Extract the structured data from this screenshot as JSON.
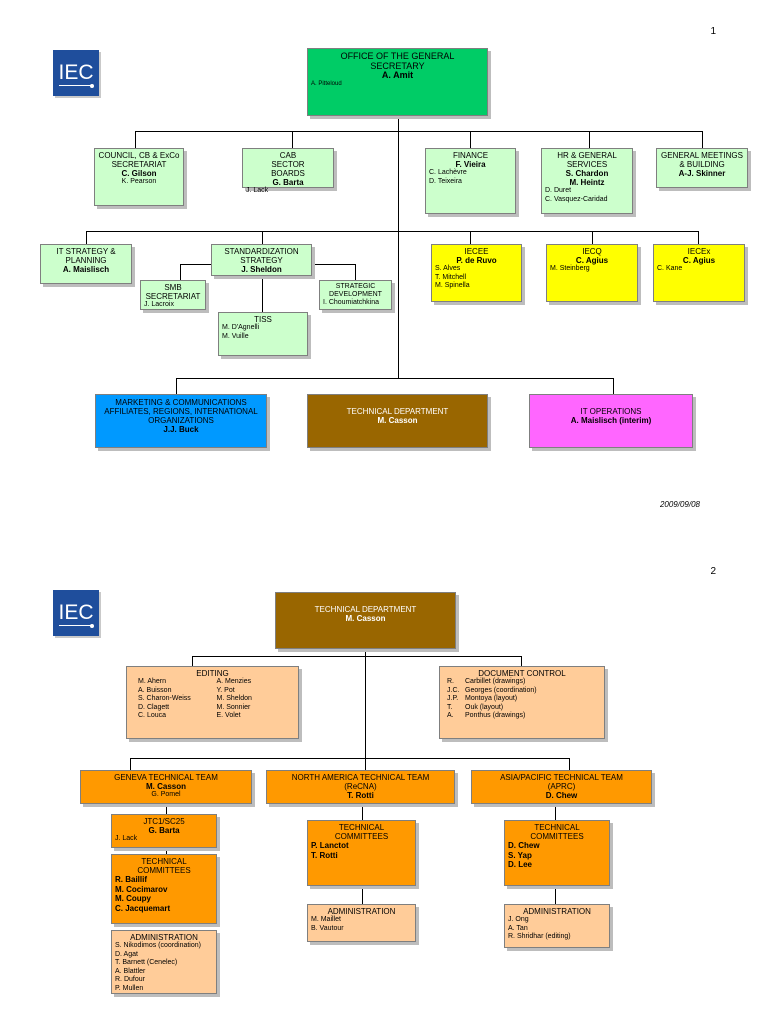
{
  "page1": {
    "page_number": "1",
    "logo": "IEC",
    "date": "2009/09/08",
    "top": {
      "title": "OFFICE OF THE GENERAL SECRETARY",
      "head": "A. Amit",
      "staff": [
        "A. Pitteloud"
      ]
    },
    "row1": [
      {
        "title": "COUNCIL, CB & ExCo SECRETARIAT",
        "head": "C. Gilson",
        "staff": [
          "K. Pearson"
        ]
      },
      {
        "title": "CAB SECTOR BOARDS",
        "head": "G. Barta",
        "staff": [
          "J. Lack"
        ]
      },
      {
        "title": "FINANCE",
        "head": "F. Vieira",
        "staff": [
          "C. Lachèvre",
          "D. Teixeira"
        ]
      },
      {
        "title": "HR & GENERAL SERVICES",
        "heads": [
          "S. Chardon",
          "M. Heintz"
        ],
        "staff": [
          "D. Duret",
          "C. Vasquez-Caridad"
        ]
      },
      {
        "title": "GENERAL MEETINGS & BUILDING",
        "head": "A-J. Skinner"
      }
    ],
    "it_strategy": {
      "title": "IT STRATEGY & PLANNING",
      "head": "A. Maislisch"
    },
    "standardization": {
      "title": "STANDARDIZATION STRATEGY",
      "head": "J. Sheldon"
    },
    "smb": {
      "title": "SMB SECRETARIAT",
      "staff": [
        "J. Lacroix"
      ]
    },
    "strategic": {
      "title": "STRATEGIC DEVELOPMENT",
      "staff": [
        "I. Choumiatchkina"
      ]
    },
    "tiss": {
      "title": "TISS",
      "staff": [
        "M. D'Agnelli",
        "M. Vuille"
      ]
    },
    "iecee": {
      "title": "IECEE",
      "head": "P. de Ruvo",
      "staff": [
        "S. Alves",
        "T. Mitchell",
        "M. Spinella"
      ]
    },
    "iecq": {
      "title": "IECQ",
      "head": "C. Agius",
      "staff": [
        "M. Steinberg"
      ]
    },
    "iecex": {
      "title": "IECEx",
      "head": "C. Agius",
      "staff": [
        "C. Kane"
      ]
    },
    "marketing": {
      "title": "MARKETING & COMMUNICATIONS AFFILIATES, REGIONS, INTERNATIONAL ORGANIZATIONS",
      "head": "J.J. Buck"
    },
    "technical": {
      "title": "TECHNICAL DEPARTMENT",
      "head": "M. Casson"
    },
    "it_ops": {
      "title": "IT OPERATIONS",
      "head": "A. Maislisch (interim)"
    }
  },
  "page2": {
    "page_number": "2",
    "logo": "IEC",
    "top": {
      "title": "TECHNICAL DEPARTMENT",
      "head": "M. Casson"
    },
    "editing": {
      "title": "EDITING",
      "col1": [
        "M. Ahern",
        "A. Buisson",
        "S. Charon-Weiss",
        "D. Clagett",
        "C. Louca"
      ],
      "col2": [
        "A. Menzies",
        "Y. Pot",
        "M. Sheldon",
        "M. Sonnier",
        "E. Volet"
      ]
    },
    "doc_control": {
      "title": "DOCUMENT CONTROL",
      "rows": [
        {
          "i": "R.",
          "t": "Carbillet (drawings)"
        },
        {
          "i": "J.C.",
          "t": "Georges (coordination)"
        },
        {
          "i": "J.P.",
          "t": "Montoya (layout)"
        },
        {
          "i": "T.",
          "t": "Ouk (layout)"
        },
        {
          "i": "A.",
          "t": "Ponthus (drawings)"
        }
      ]
    },
    "geneva": {
      "title": "GENEVA TECHNICAL TEAM",
      "head": "M. Casson",
      "staff": [
        "G. Pomel"
      ]
    },
    "north_america": {
      "title": "NORTH AMERICA TECHNICAL TEAM",
      "subtitle": "(ReCNA)",
      "head": "T. Rotti"
    },
    "asia": {
      "title": "ASIA/PACIFIC TECHNICAL TEAM",
      "subtitle": "(APRC)",
      "head": "D. Chew"
    },
    "jtc1": {
      "title": "JTC1/SC25",
      "head": "G. Barta",
      "staff": [
        "J. Lack"
      ]
    },
    "geneva_tc": {
      "title": "TECHNICAL COMMITTEES",
      "members": [
        "R. Baillif",
        "M. Cocimarov",
        "M. Coupy",
        "C. Jacquemart"
      ]
    },
    "geneva_admin": {
      "title": "ADMINISTRATION",
      "staff": [
        "S. Nikodimos (coordination)",
        "D. Agat",
        "T. Barnett (Cenelec)",
        "A. Blattler",
        "R. Dufour",
        "P. Mullen"
      ]
    },
    "na_tc": {
      "title": "TECHNICAL COMMITTEES",
      "members": [
        "P. Lanctot",
        "T. Rotti"
      ]
    },
    "na_admin": {
      "title": "ADMINISTRATION",
      "staff": [
        "M. Maillet",
        "B. Vautour"
      ]
    },
    "asia_tc": {
      "title": "TECHNICAL COMMITTEES",
      "members": [
        "D. Chew",
        "S. Yap",
        "D. Lee"
      ]
    },
    "asia_admin": {
      "title": "ADMINISTRATION",
      "staff": [
        "J. Ong",
        "A. Tan",
        "R. Shridhar (editing)"
      ]
    }
  }
}
